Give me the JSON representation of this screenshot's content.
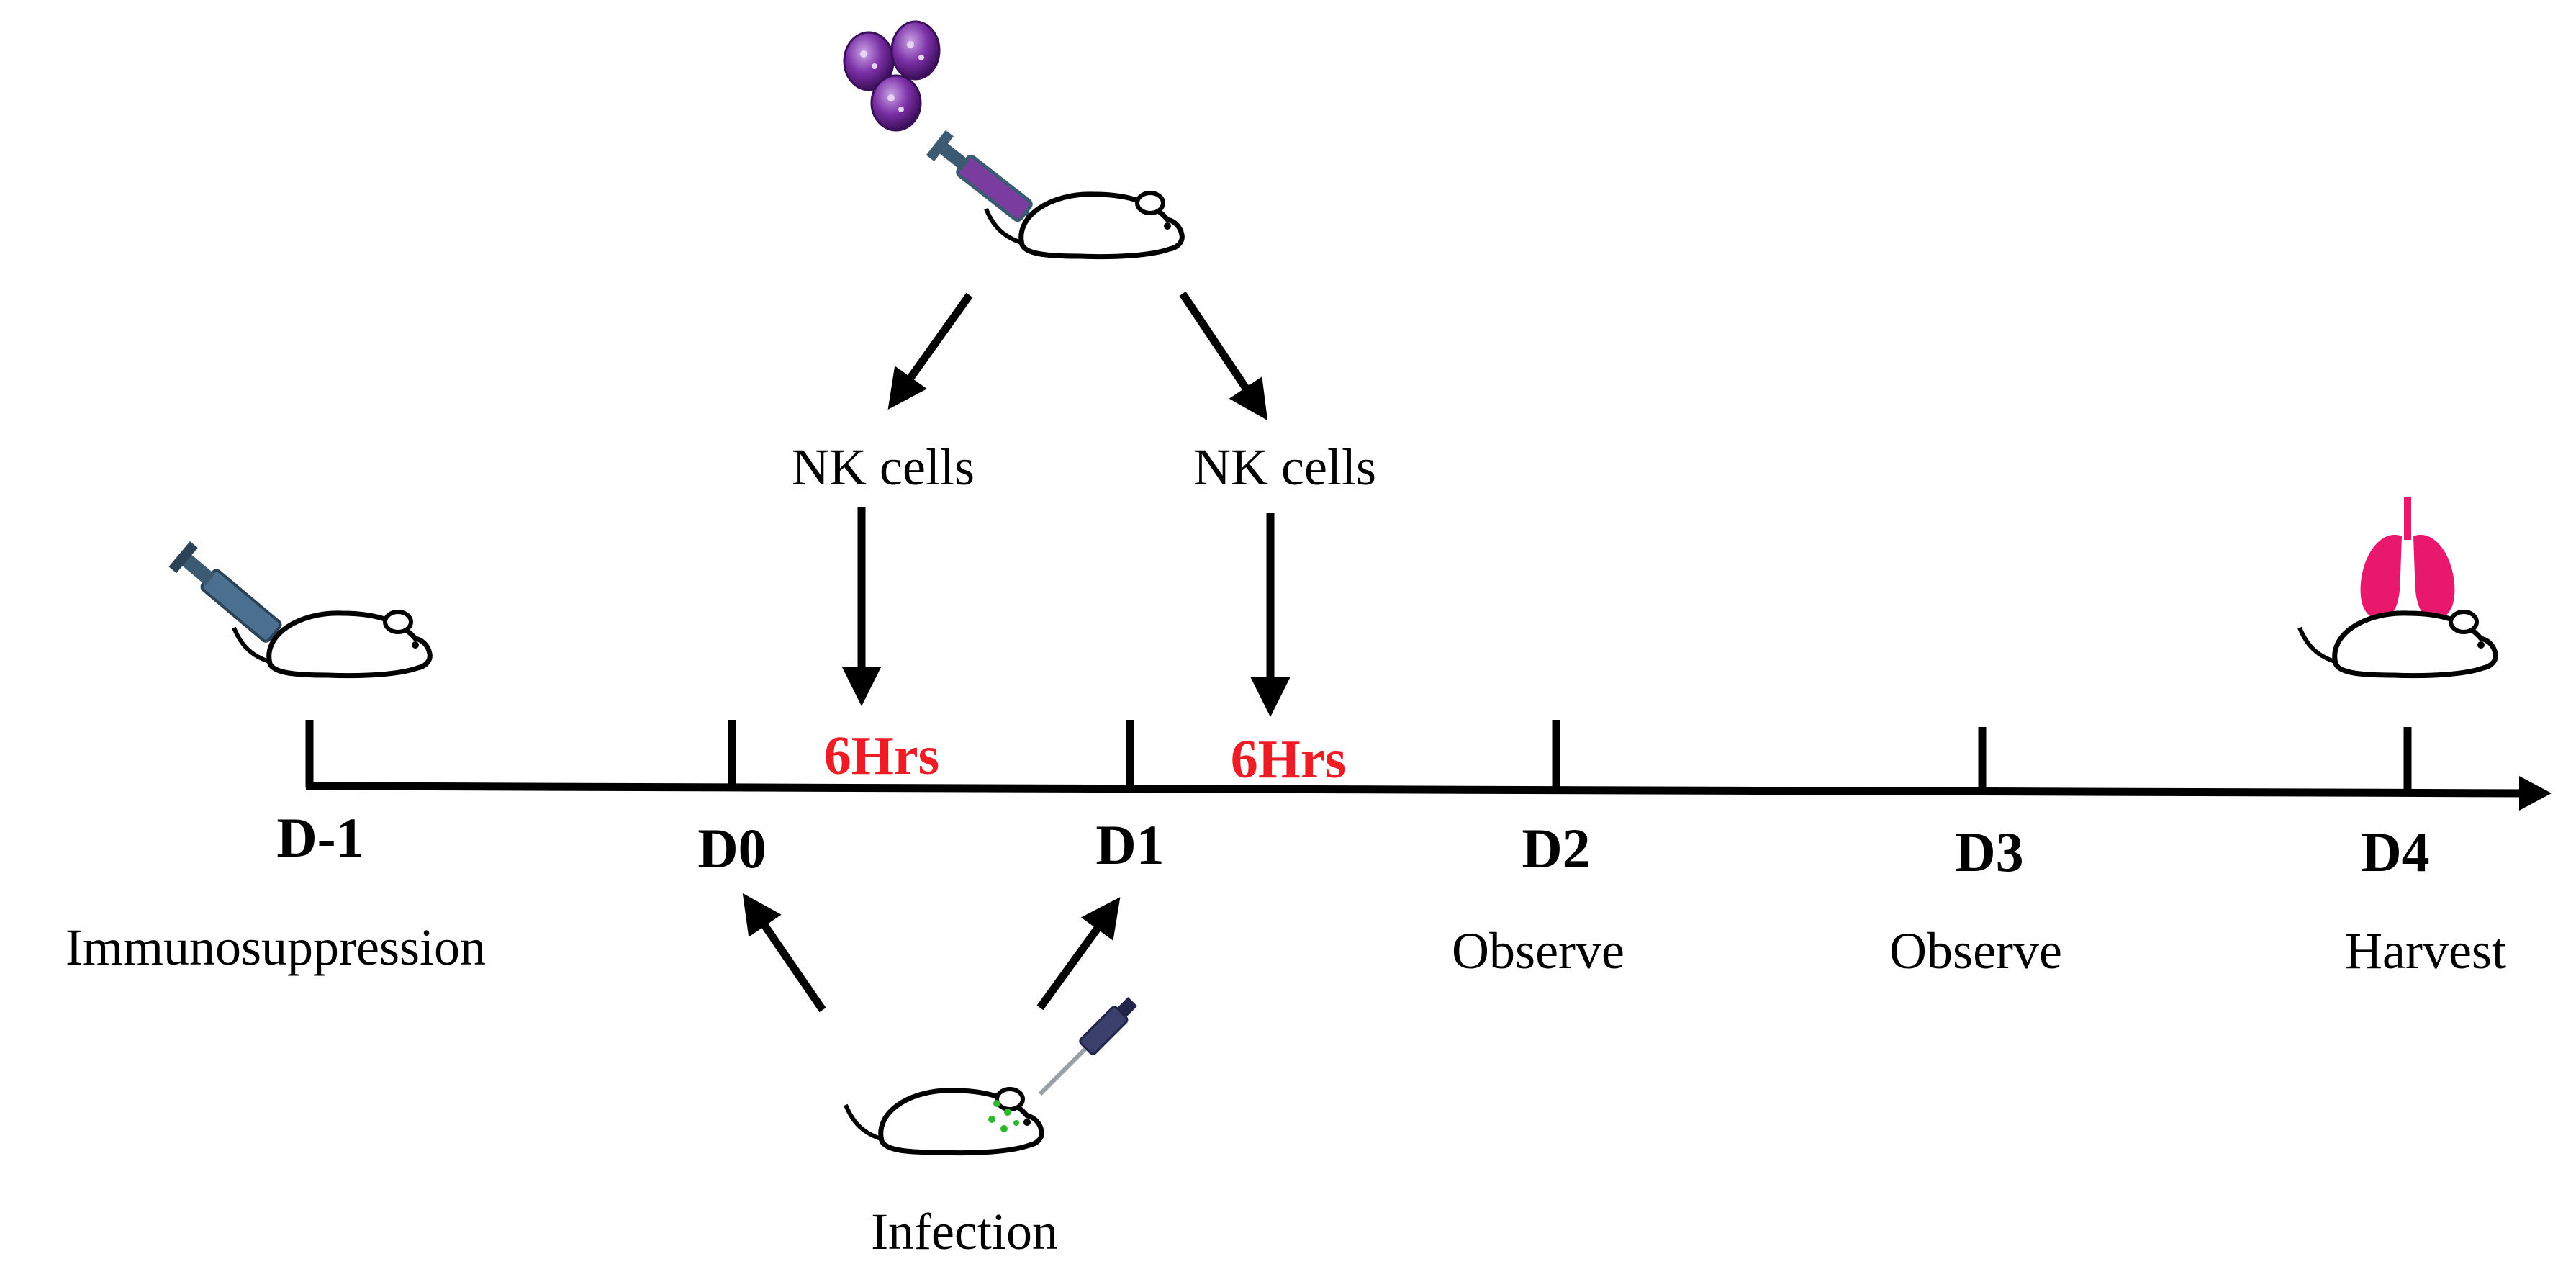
{
  "timeline": {
    "days": [
      {
        "label": "D-1",
        "activity": "Immunosuppression"
      },
      {
        "label": "D0",
        "activity": ""
      },
      {
        "label": "D1",
        "activity": ""
      },
      {
        "label": "D2",
        "activity": "Observe"
      },
      {
        "label": "D3",
        "activity": "Observe"
      },
      {
        "label": "D4",
        "activity": "Harvest"
      }
    ]
  },
  "nk": {
    "label_1": "NK cells",
    "label_2": "NK cells",
    "delay_1": "6Hrs",
    "delay_2": "6Hrs"
  },
  "infection": {
    "label": "Infection"
  },
  "colors": {
    "axis": "#000000",
    "delay_text": "#ee1c25",
    "cells": "#6a1b9a",
    "syringe": "#3d5a73",
    "lungs": "#e8186d",
    "spray": "#2eb82e"
  },
  "icons": [
    "cells-icon",
    "syringe-icon",
    "mouse-icon",
    "lungs-icon",
    "pipette-icon"
  ]
}
